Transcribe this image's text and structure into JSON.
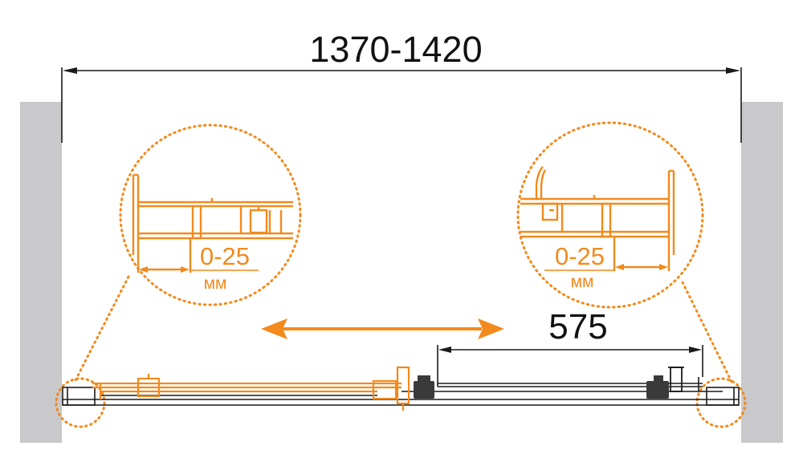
{
  "dimensions": {
    "overall_width": "1370-1420",
    "door_opening": "575"
  },
  "details": {
    "left": {
      "adjustment": "0-25",
      "unit": "мм"
    },
    "right": {
      "adjustment": "0-25",
      "unit": "мм"
    }
  },
  "colors": {
    "accent": "#F28A1C",
    "frame": "#F28A1C",
    "wall": "#C9C9CB",
    "line": "#1A1A1A",
    "dark_part": "#3A3A3A"
  }
}
